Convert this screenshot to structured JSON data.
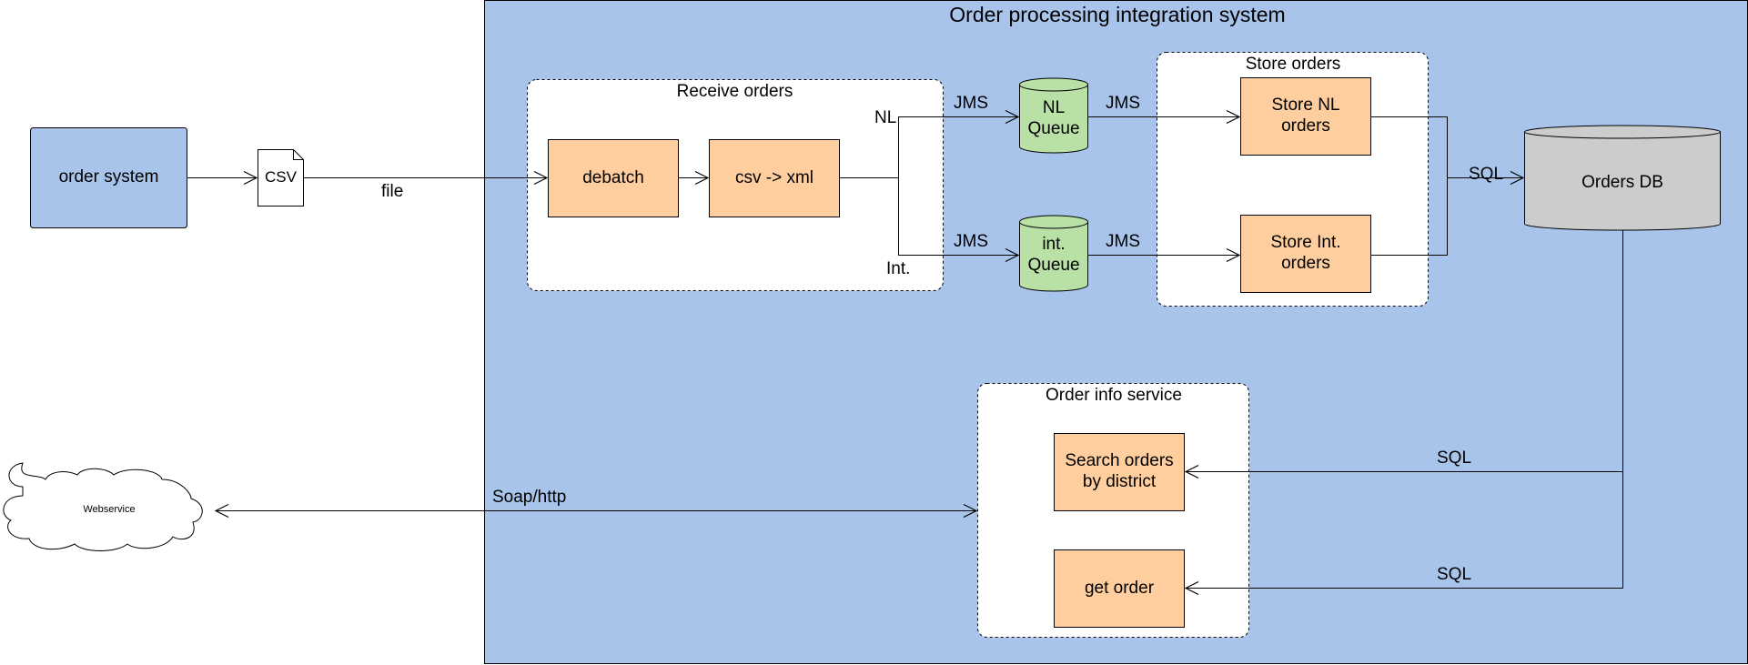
{
  "diagram": {
    "title": "Order processing integration system",
    "colors": {
      "container": "#a9c4eb",
      "process": "#ffce9f",
      "queue": "#b9e0a5",
      "database": "#cccccc",
      "subgroup": "#ffffff"
    },
    "nodes": {
      "order_system": "order system",
      "csv_file": "CSV",
      "webservice": "Webservice",
      "receive_orders": "Receive orders",
      "debatch": "debatch",
      "csv_to_xml": "csv -> xml",
      "nl_queue": "NL Queue",
      "int_queue": "int. Queue",
      "store_orders": "Store orders",
      "store_nl": "Store NL orders",
      "store_int": "Store Int. orders",
      "orders_db": "Orders DB",
      "order_info_service": "Order info service",
      "search_orders": "Search orders by district",
      "get_order": "get order"
    },
    "edges": {
      "file": "file",
      "nl": "NL",
      "int": "Int.",
      "jms_nl_in": "JMS",
      "jms_int_in": "JMS",
      "jms_nl_out": "JMS",
      "jms_int_out": "JMS",
      "sql_store": "SQL",
      "sql_search": "SQL",
      "sql_get": "SQL",
      "soap": "Soap/http"
    }
  }
}
